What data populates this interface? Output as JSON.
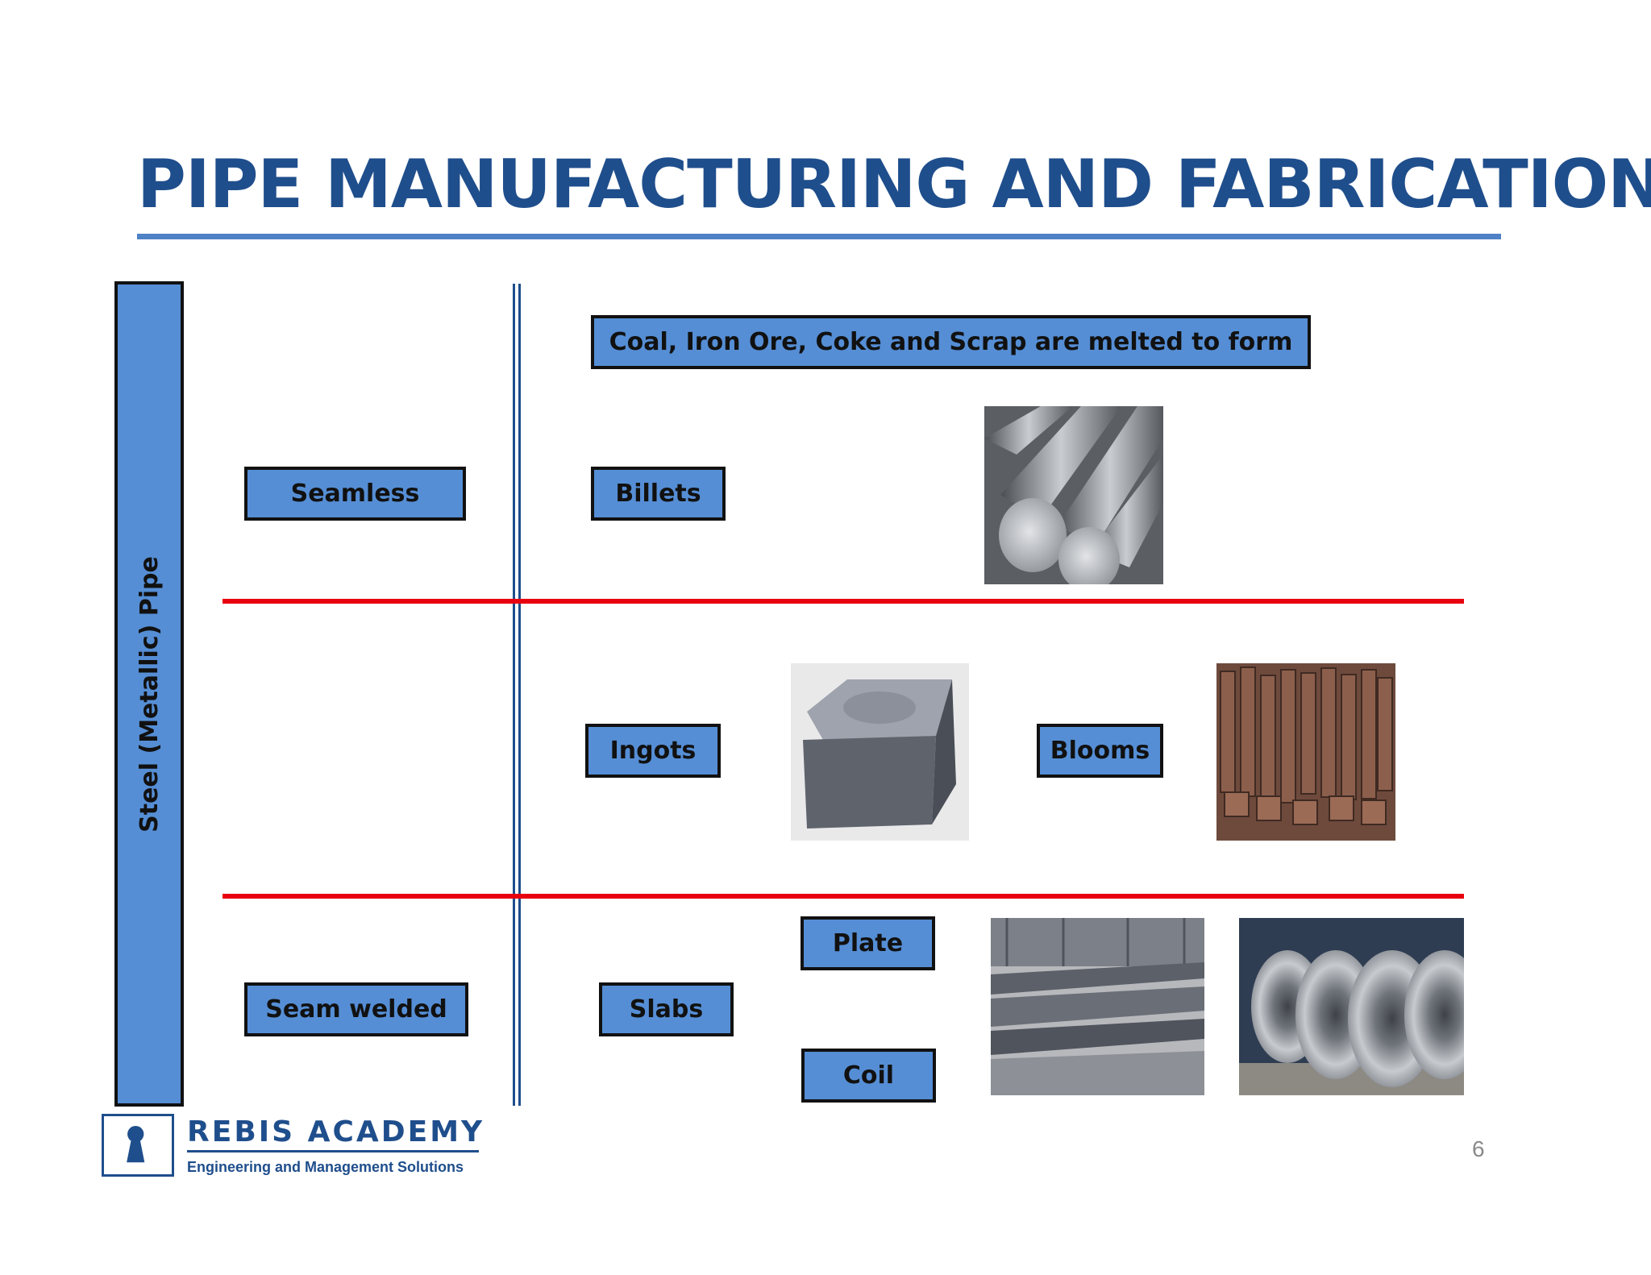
{
  "slide": {
    "title": "PIPE MANUFACTURING AND FABRICATION",
    "page_number": "6"
  },
  "diagram": {
    "category": "Steel (Metallic) Pipe",
    "pipe_types": {
      "seamless": "Seamless",
      "seam_welded": "Seam welded"
    },
    "source": "Coal, Iron Ore, Coke and Scrap are melted to form",
    "forms": {
      "billets": "Billets",
      "ingots": "Ingots",
      "blooms": "Blooms",
      "slabs": "Slabs",
      "plate": "Plate",
      "coil": "Coil"
    },
    "photos": [
      "billets-photo",
      "ingot-photo",
      "blooms-photo",
      "plate-photo",
      "coil-photo"
    ]
  },
  "footer": {
    "brand": "REBIS ACADEMY",
    "tagline": "Engineering and Management Solutions"
  },
  "colors": {
    "title": "#1f4e8c",
    "box_fill": "#558ed5",
    "divider_red": "#e8000f",
    "rule_blue": "#4f81c7"
  }
}
